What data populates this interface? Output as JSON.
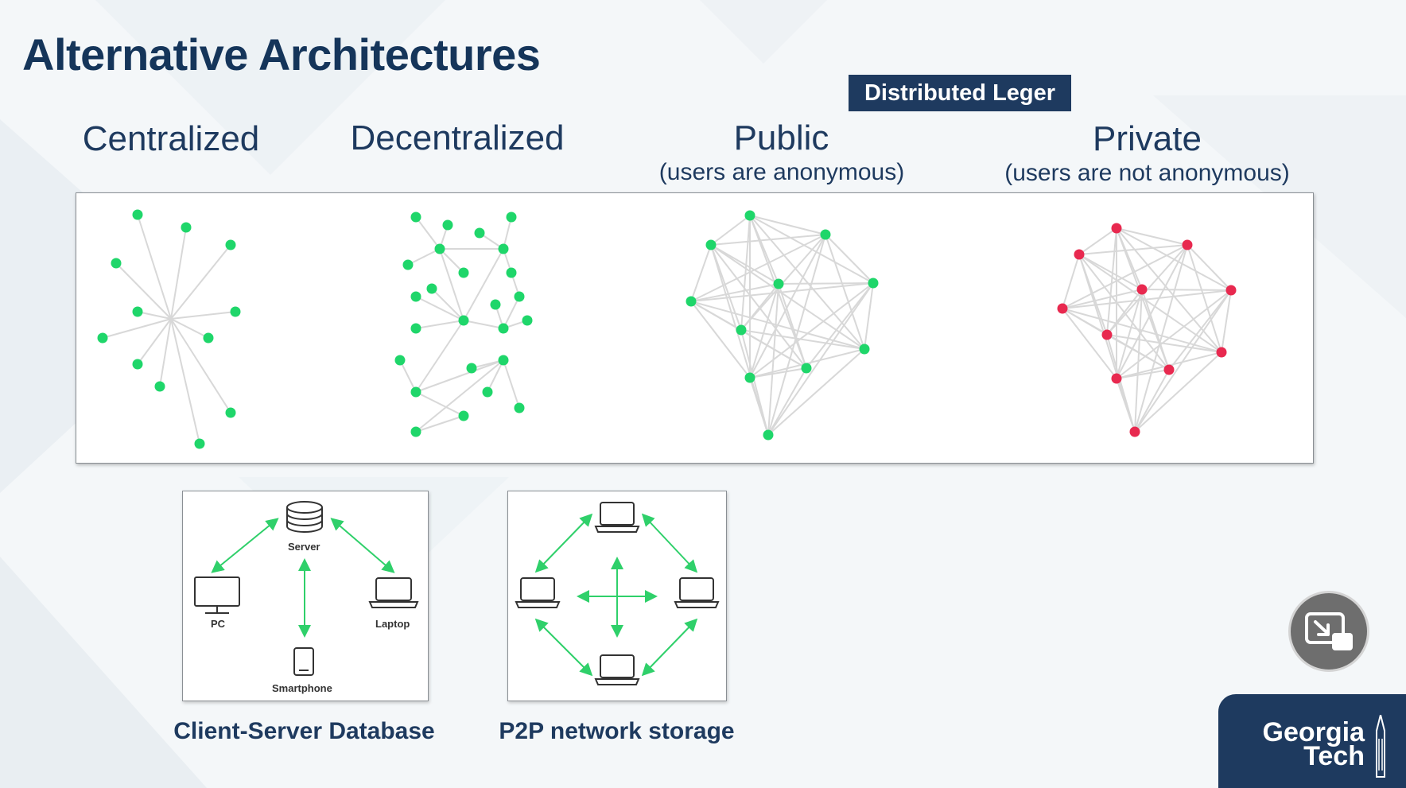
{
  "slide": {
    "title": "Alternative Architectures"
  },
  "ledger": {
    "badge": "Distributed Leger"
  },
  "columns": {
    "centralized": {
      "heading": "Centralized"
    },
    "decentralized": {
      "heading": "Decentralized"
    },
    "public": {
      "heading": "Public",
      "subtitle": "(users are anonymous)"
    },
    "private": {
      "heading": "Private",
      "subtitle": "(users are not anonymous)"
    }
  },
  "diagrams": {
    "client_server": {
      "caption": "Client-Server Database",
      "server_label": "Server",
      "pc_label": "PC",
      "laptop_label": "Laptop",
      "smartphone_label": "Smartphone"
    },
    "p2p": {
      "caption": "P2P network storage"
    }
  },
  "logo": {
    "line1": "Georgia",
    "line2": "Tech"
  },
  "colors": {
    "green_node": "#1fd66a",
    "red_node": "#e8294f",
    "edge": "#d8d8d8",
    "arrow": "#2fd06a",
    "navy": "#1e3a5f"
  },
  "icons": {
    "pip": "picture-in-picture-exit-icon"
  }
}
